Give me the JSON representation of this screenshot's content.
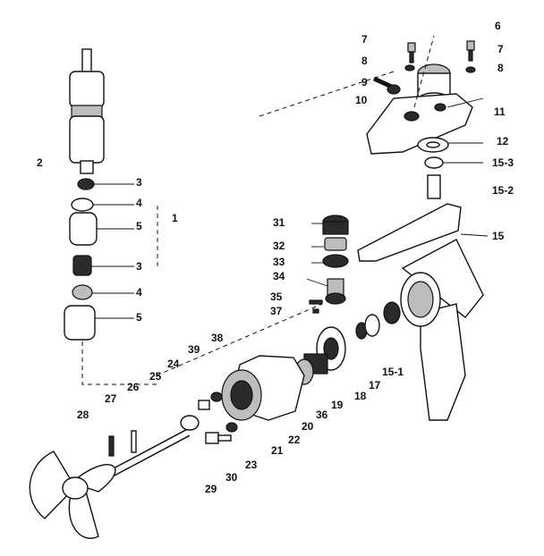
{
  "labels": [
    {
      "key": "6",
      "text": "6"
    },
    {
      "key": "7a",
      "text": "7"
    },
    {
      "key": "7b",
      "text": "7"
    },
    {
      "key": "8a",
      "text": "8"
    },
    {
      "key": "8b",
      "text": "8"
    },
    {
      "key": "9",
      "text": "9"
    },
    {
      "key": "10",
      "text": "10"
    },
    {
      "key": "11",
      "text": "11"
    },
    {
      "key": "12",
      "text": "12"
    },
    {
      "key": "15-3",
      "text": "15-3"
    },
    {
      "key": "15-2",
      "text": "15-2"
    },
    {
      "key": "15",
      "text": "15"
    },
    {
      "key": "2",
      "text": "2"
    },
    {
      "key": "3a",
      "text": "3"
    },
    {
      "key": "4a",
      "text": "4"
    },
    {
      "key": "1",
      "text": "1"
    },
    {
      "key": "5a",
      "text": "5"
    },
    {
      "key": "3b",
      "text": "3"
    },
    {
      "key": "4b",
      "text": "4"
    },
    {
      "key": "5b",
      "text": "5"
    },
    {
      "key": "31",
      "text": "31"
    },
    {
      "key": "32",
      "text": "32"
    },
    {
      "key": "33",
      "text": "33"
    },
    {
      "key": "34",
      "text": "34"
    },
    {
      "key": "35",
      "text": "35"
    },
    {
      "key": "37",
      "text": "37"
    },
    {
      "key": "15-1",
      "text": "15-1"
    },
    {
      "key": "17",
      "text": "17"
    },
    {
      "key": "18",
      "text": "18"
    },
    {
      "key": "19",
      "text": "19"
    },
    {
      "key": "36",
      "text": "36"
    },
    {
      "key": "20",
      "text": "20"
    },
    {
      "key": "22",
      "text": "22"
    },
    {
      "key": "21",
      "text": "21"
    },
    {
      "key": "38",
      "text": "38"
    },
    {
      "key": "39",
      "text": "39"
    },
    {
      "key": "24",
      "text": "24"
    },
    {
      "key": "23",
      "text": "23"
    },
    {
      "key": "25",
      "text": "25"
    },
    {
      "key": "26",
      "text": "26"
    },
    {
      "key": "27",
      "text": "27"
    },
    {
      "key": "28",
      "text": "28"
    },
    {
      "key": "29",
      "text": "29"
    },
    {
      "key": "30",
      "text": "30"
    }
  ]
}
